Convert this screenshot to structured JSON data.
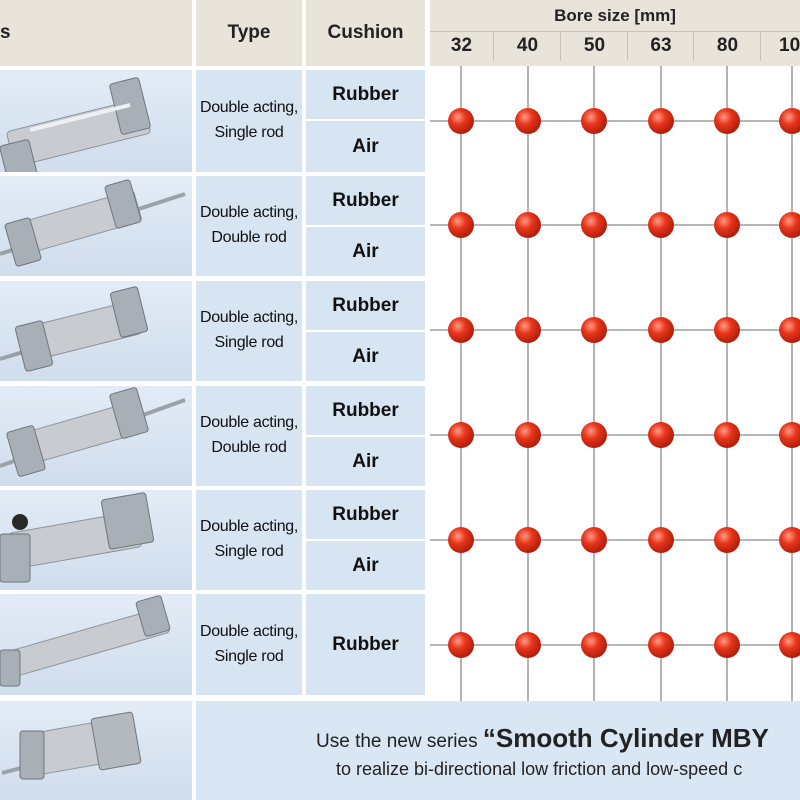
{
  "header": {
    "series_fragment": "s",
    "type_label": "Type",
    "cushion_label": "Cushion",
    "bore_label": "Bore size [mm]",
    "bore_sizes": [
      "32",
      "40",
      "50",
      "63",
      "80",
      "10"
    ]
  },
  "rows": [
    {
      "type": "Double acting,\nSingle rod",
      "cushions": [
        "Rubber",
        "Air"
      ],
      "available": [
        true,
        true,
        true,
        true,
        true,
        true
      ]
    },
    {
      "type": "Double acting,\nDouble rod",
      "cushions": [
        "Rubber",
        "Air"
      ],
      "available": [
        true,
        true,
        true,
        true,
        true,
        true
      ]
    },
    {
      "type": "Double acting,\nSingle rod",
      "cushions": [
        "Rubber",
        "Air"
      ],
      "available": [
        true,
        true,
        true,
        true,
        true,
        true
      ]
    },
    {
      "type": "Double acting,\nDouble rod",
      "cushions": [
        "Rubber",
        "Air"
      ],
      "available": [
        true,
        true,
        true,
        true,
        true,
        true
      ]
    },
    {
      "type": "Double acting,\nSingle rod",
      "cushions": [
        "Rubber",
        "Air"
      ],
      "available": [
        true,
        true,
        true,
        true,
        true,
        true
      ]
    },
    {
      "type": "Double acting,\nSingle rod",
      "cushions": [
        "Rubber"
      ],
      "available": [
        true,
        true,
        true,
        true,
        true,
        true
      ]
    }
  ],
  "footer": {
    "line1_prefix": "Use the new series ",
    "line1_emph": "“Smooth Cylinder MBY",
    "line2": "to realize bi-directional low friction and low-speed c"
  },
  "colors": {
    "header_bg": "#e9e4d9",
    "cell_bg": "#d7e4f2",
    "dot": "#e8361c",
    "grid_line": "#8a8a8a"
  }
}
